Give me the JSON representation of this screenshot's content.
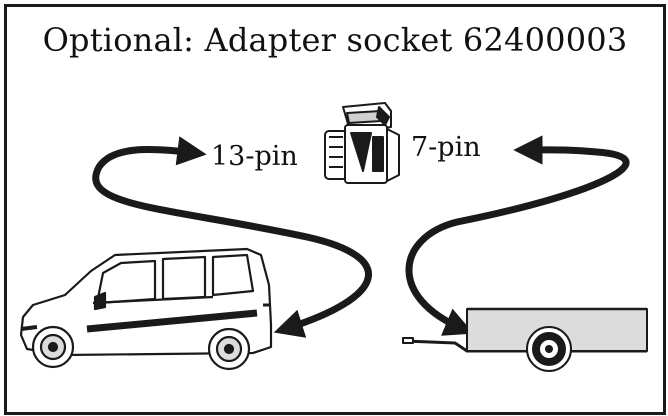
{
  "title": "Optional: Adapter socket 62400003",
  "labels": {
    "left_connector": "13-pin",
    "right_connector": "7-pin"
  },
  "icons": {
    "adapter": "adapter-socket-icon",
    "car": "van-icon",
    "trailer": "trailer-icon"
  },
  "colors": {
    "line": "#1a1a1a",
    "trailer_body": "#dcdcdc",
    "background": "#ffffff"
  }
}
